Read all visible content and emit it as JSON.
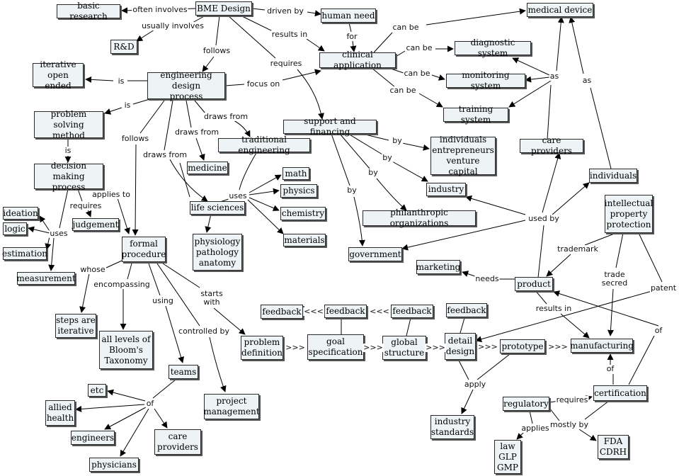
{
  "nodes": {
    "bme_design": "BME Design",
    "basic_research": "basic research",
    "rd": "R&D",
    "human_need": "human need",
    "medical_device": "medical device",
    "clinical_application": "clinical application",
    "diagnostic_system": "diagnostic system",
    "monitoring_system": "monitoring system",
    "training_system": "training system",
    "iterative_open_ended": "iterative\nopen ended",
    "engineering_design_process": "engineering design\nprocess",
    "problem_solving_method": "problem solving\nmethod",
    "decision_making_process": "decision making\nprocess",
    "ideation": "ideation",
    "logic": "logic",
    "estimation": "estimation",
    "measurement": "measurement",
    "judgement": "judgement",
    "formal_procedure": "formal\nprocedure",
    "traditional_engineering": "traditional engineering",
    "medicine": "medicine",
    "life_sciences": "life sciences",
    "physiology": "physiology\npathology\nanatomy",
    "math": "math",
    "physics": "physics",
    "chemistry": "chemistry",
    "materials": "materials",
    "support_financing": "support and financing",
    "individuals_ent": "individuals\nentrepreneurs\nventure capital",
    "industry": "industry",
    "philanthropic": "philanthropic organizations",
    "government": "government",
    "care_providers_top": "care providers",
    "individuals": "individuals",
    "ip_protection": "intellectual\nproperty\nprotection",
    "marketing": "marketing",
    "product": "product",
    "steps_iterative": "steps are\niterative",
    "blooms": "all levels of\nBloom's\nTaxonomy",
    "teams": "teams",
    "project_management": "project\nmanagement",
    "etc": "etc",
    "allied_health": "allied\nhealth",
    "engineers": "engineers",
    "care_providers_bottom": "care\nproviders",
    "physicians": "physicians",
    "feedback1": "feedback",
    "feedback2": "feedback",
    "feedback3": "feedback",
    "feedback4": "feedback",
    "problem_definition": "problem\ndefinition",
    "goal_specification": "goal\nspecification",
    "global_structure": "global\nstructure",
    "detail_design": "detail\ndesign",
    "prototype": "prototype",
    "manufacturing": "manufacturing",
    "industry_standards": "industry\nstandards",
    "regulatory": "regulatory",
    "certification": "certification",
    "law": "law\nGLP\nGMP",
    "fda": "FDA\nCDRH"
  },
  "links": {
    "often_involves": "often involves",
    "usually_involves": "usually involves",
    "driven_by": "driven by",
    "for": "for",
    "results_in_1": "results in",
    "follows_1": "follows",
    "requires_1": "requires",
    "can_be_1": "can be",
    "can_be_2": "can be",
    "can_be_3": "can be",
    "can_be_4": "can be",
    "as_1": "as",
    "as_2": "as",
    "is_1": "is",
    "is_2": "is",
    "is_3": "is",
    "focus_on": "focus on",
    "follows_2": "follows",
    "draws_from_1": "draws from",
    "draws_from_2": "draws from",
    "draws_from_3": "draws from",
    "uses_1": "uses",
    "uses_2": "uses",
    "requires_2": "requires",
    "applies_to": "applies to",
    "by_1": "by",
    "by_2": "by",
    "by_3": "by",
    "by_4": "by",
    "used_by": "used by",
    "trademark": "trademark",
    "trade_secred": "trade\nsecred",
    "patent": "patent",
    "needs": "needs",
    "results_in_2": "results in",
    "whose": "whose",
    "encompassing": "encompassing",
    "using": "using",
    "starts_with": "starts\nwith",
    "controlled_by": "controlled by",
    "of_1": "of",
    "of_2": "of",
    "of_3": "of",
    "apply": "apply",
    "requires_3": "requires",
    "applies": "applies",
    "mostly_by": "mostly by",
    "arrow_back": "<<<",
    "arrow_fwd": ">>>"
  }
}
